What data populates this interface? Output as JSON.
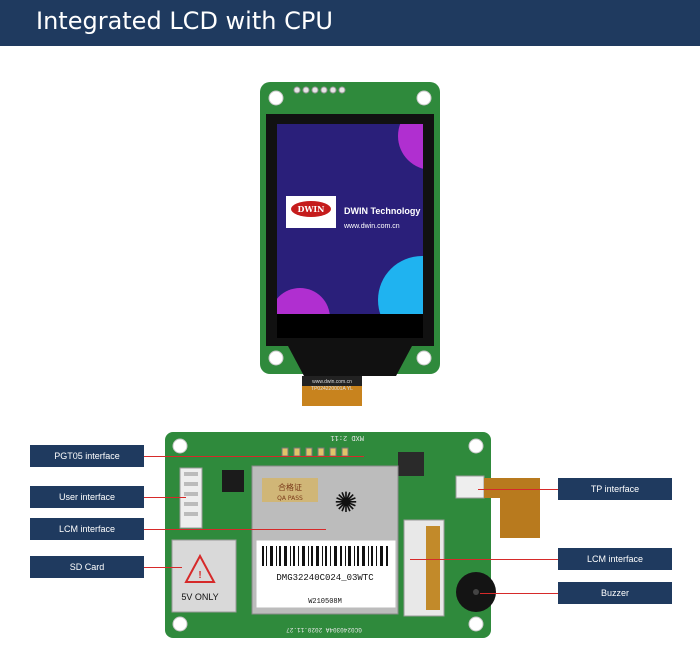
{
  "header": {
    "title": "Integrated LCD with CPU"
  },
  "screen": {
    "brand": "DWIN Technology",
    "url": "www.dwin.com.cn",
    "logo": "DWIN"
  },
  "board_front": {
    "flex_text_1": "www.dwin.com.cn",
    "flex_text_2": "TP024220001A YL"
  },
  "board_back": {
    "silk_top": "MXD 2:11",
    "shield_stamp_line1": "合格证",
    "shield_stamp_line2": "QA PASS",
    "label_model": "DMG32240C024_03WTC",
    "label_serial": "W210508M",
    "silk_bottom": "GC0240304A 2020.11.27",
    "sd_warning": "5V ONLY"
  },
  "callouts": {
    "pgt05": "PGT05 interface",
    "user": "User interface",
    "lcm_left": "LCM interface",
    "sd": "SD Card",
    "tp": "TP interface",
    "lcm_right": "LCM interface",
    "buzzer": "Buzzer"
  },
  "colors": {
    "header_bg": "#1f3a5f",
    "callout_bg": "#1f3a5f",
    "pcb_green": "#2f8a3c",
    "leader_red": "#d62a2a",
    "screen_bg": "#2a1f7a",
    "accent_magenta": "#b02fd0",
    "accent_cyan": "#1fb3f0"
  }
}
